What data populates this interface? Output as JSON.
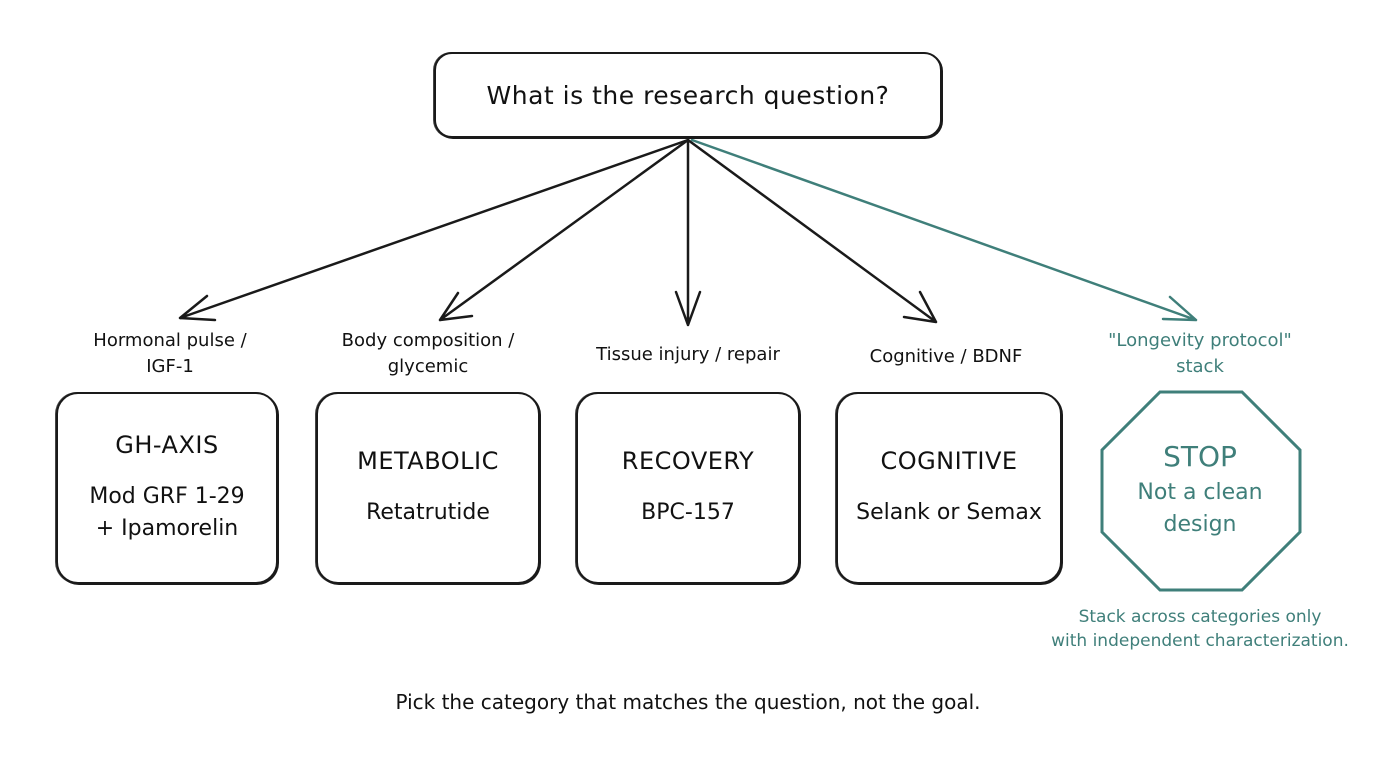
{
  "question": "What is the research question?",
  "colors": {
    "ink": "#1a1a1a",
    "accent_teal": "#3f7f7a"
  },
  "branches": [
    {
      "label_line1": "Hormonal pulse /",
      "label_line2": "IGF-1",
      "title": "GH-AXIS",
      "sub_line1": "Mod GRF 1-29",
      "sub_line2": "+ Ipamorelin"
    },
    {
      "label_line1": "Body composition /",
      "label_line2": "glycemic",
      "title": "METABOLIC",
      "sub_line1": "Retatrutide",
      "sub_line2": ""
    },
    {
      "label_line1": "Tissue injury / repair",
      "label_line2": "",
      "title": "RECOVERY",
      "sub_line1": "BPC-157",
      "sub_line2": ""
    },
    {
      "label_line1": "Cognitive / BDNF",
      "label_line2": "",
      "title": "COGNITIVE",
      "sub_line1": "Selank or Semax",
      "sub_line2": ""
    }
  ],
  "stop_branch": {
    "label_line1": "\"Longevity protocol\"",
    "label_line2": "stack",
    "title": "STOP",
    "sub_line1": "Not a clean",
    "sub_line2": "design",
    "note_line1": "Stack across categories only",
    "note_line2": "with independent characterization."
  },
  "footer": "Pick the category that matches the question, not the goal."
}
